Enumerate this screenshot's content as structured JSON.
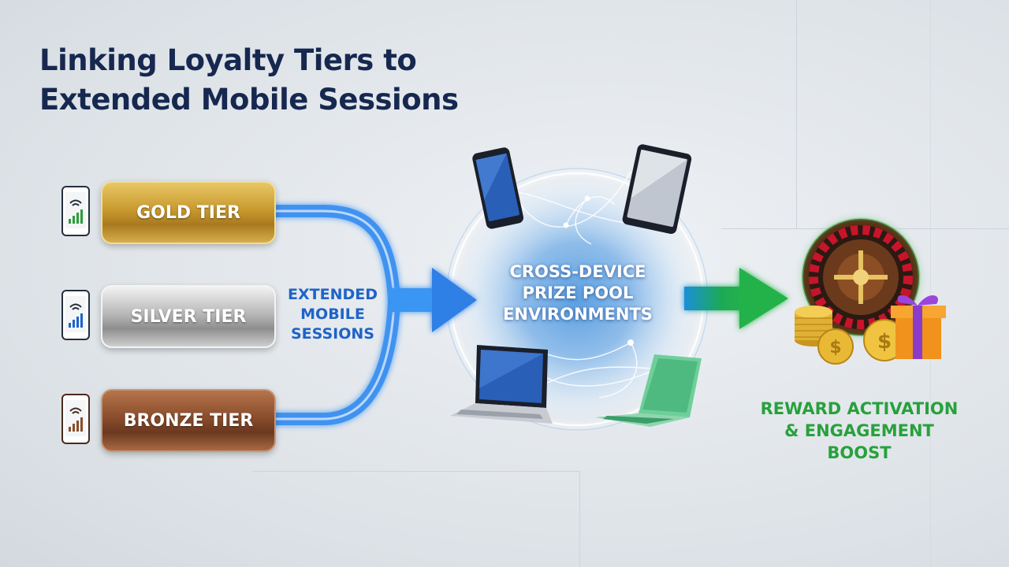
{
  "title": {
    "line1": "Linking Loyalty Tiers to",
    "line2": "Extended Mobile Sessions"
  },
  "tiers": [
    {
      "label": "GOLD TIER",
      "icon": "mobile-signal-icon",
      "color": "#c99a2e"
    },
    {
      "label": "SILVER TIER",
      "icon": "mobile-signal-icon",
      "color": "#9a9a9a"
    },
    {
      "label": "BRONZE TIER",
      "icon": "mobile-signal-icon",
      "color": "#8a4d2c"
    }
  ],
  "sessions_label": {
    "line1": "EXTENDED",
    "line2": "MOBILE",
    "line3": "SESSIONS"
  },
  "pool_label": {
    "line1": "CROSS-DEVICE",
    "line2": "PRIZE POOL",
    "line3": "ENVIRONMENTS"
  },
  "devices": [
    "smartphone-icon",
    "tablet-icon",
    "laptop-icon",
    "laptop-icon"
  ],
  "reward_label": {
    "line1": "REWARD ACTIVATION",
    "line2": "& ENGAGEMENT",
    "line3": "BOOST"
  },
  "reward_icons": [
    "roulette-wheel-icon",
    "coin-stack-icon",
    "gift-box-icon"
  ],
  "colors": {
    "title": "#16284f",
    "flow_blue": "#2f8cf0",
    "sessions_text": "#1e63c8",
    "reward_green": "#27a13c"
  }
}
